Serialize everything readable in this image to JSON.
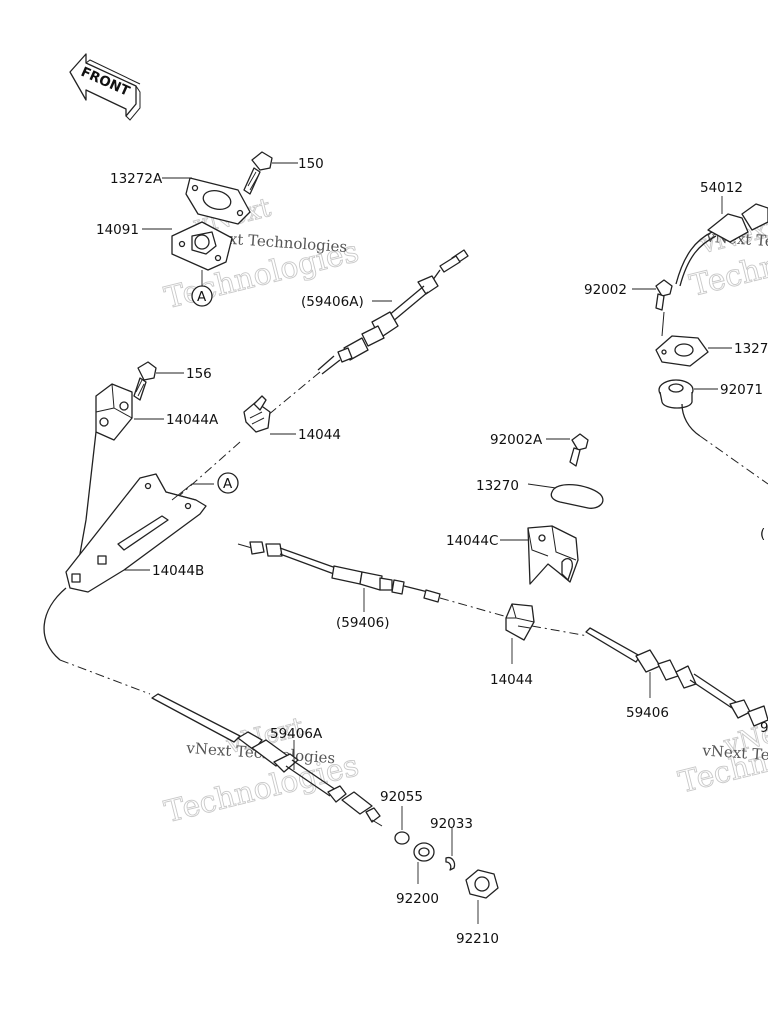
{
  "diagram": {
    "front_label": "FRONT",
    "circle_ref": "A",
    "watermark": {
      "line1": "vNext",
      "line2": "vNext Technologies",
      "line3": "Technologies"
    },
    "labels": {
      "p13272A": "13272A",
      "p150": "150",
      "p14091": "14091",
      "p59406A_paren": "(59406A)",
      "p156": "156",
      "p14044A": "14044A",
      "p14044_top": "14044",
      "p14044B": "14044B",
      "p92002A": "92002A",
      "p13270": "13270",
      "p14044C": "14044C",
      "p59406_paren": "(59406)",
      "p14044_mid": "14044",
      "p59406": "59406",
      "p59406A": "59406A",
      "p92055": "92055",
      "p92033": "92033",
      "p92200": "92200",
      "p92210": "92210",
      "p54012": "54012",
      "p92002": "92002",
      "p1327x": "1327",
      "p92071": "92071",
      "edge_paren": "(",
      "edge_9": "9"
    }
  }
}
